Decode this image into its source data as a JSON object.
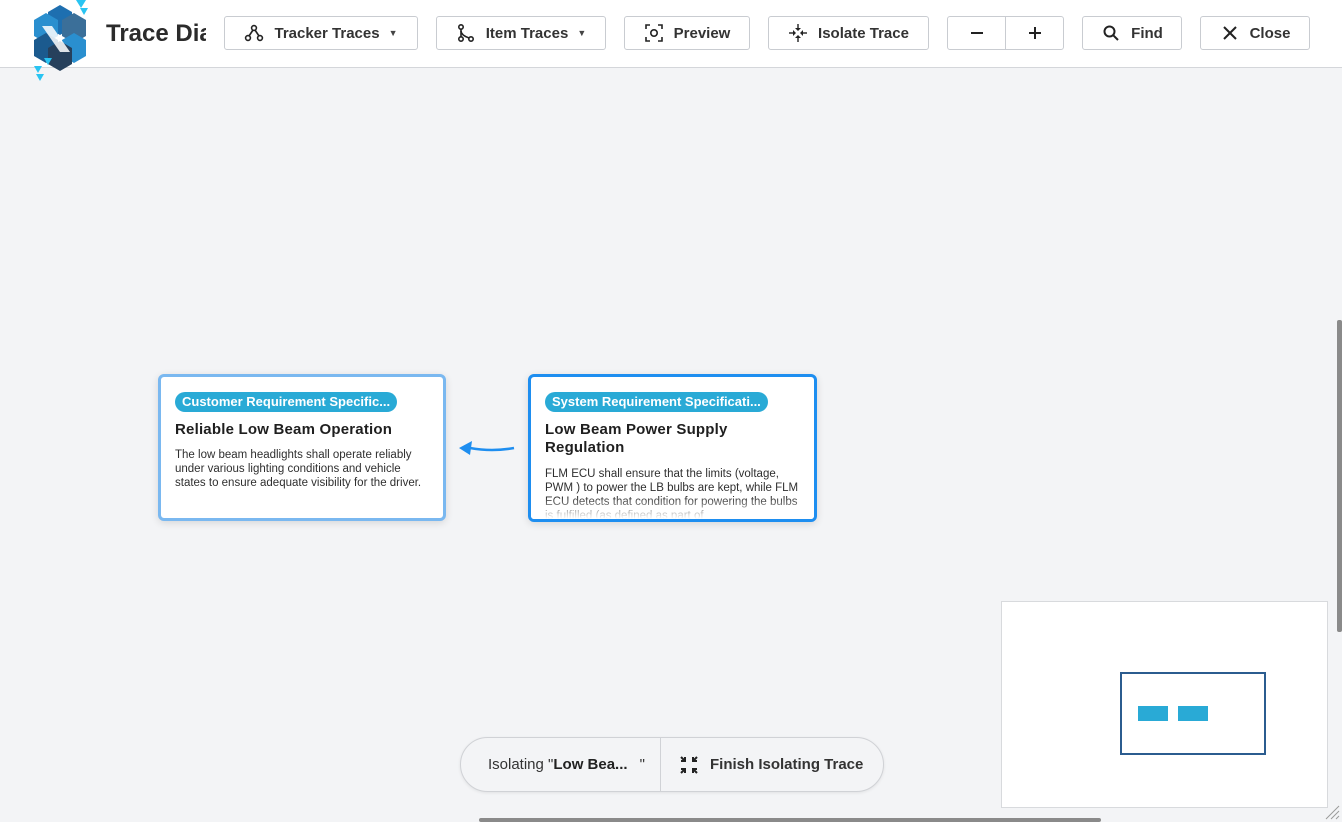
{
  "header": {
    "app_title": "Trace Diagram",
    "tracker_traces_label": "Tracker Traces",
    "item_traces_label": "Item Traces",
    "preview_label": "Preview",
    "isolate_trace_label": "Isolate Trace",
    "zoom_out_label": "−",
    "zoom_in_label": "+",
    "find_label": "Find",
    "close_label": "Close"
  },
  "nodes": [
    {
      "badge": "Customer Requirement Specific...",
      "title": "Reliable Low Beam Operation",
      "description": "The low beam headlights shall operate reliably under various lighting conditions and vehicle states to ensure adequate visibility for the driver."
    },
    {
      "badge": "System Requirement Specificati...",
      "title": "Low Beam Power Supply Regulation",
      "description": "FLM ECU shall ensure that the limits (voltage, PWM ) to power the LB bulbs are kept, while FLM ECU detects that condition for powering the bulbs is fulfilled (as defined as part of"
    }
  ],
  "isolate_bar": {
    "prefix": "Isolating \"",
    "item_name": "Low Bea...",
    "suffix": "\"",
    "finish_label": "Finish Isolating Trace"
  },
  "colors": {
    "accent_blue": "#1e8ef0",
    "badge_teal": "#29aad6",
    "canvas_bg": "#f3f4f6",
    "minimap_frame": "#2b5c8f"
  },
  "icons": [
    "logo-icon",
    "tracker-traces-icon",
    "item-traces-icon",
    "preview-icon",
    "isolate-trace-icon",
    "minus-icon",
    "plus-icon",
    "search-icon",
    "close-icon",
    "collapse-icon"
  ]
}
